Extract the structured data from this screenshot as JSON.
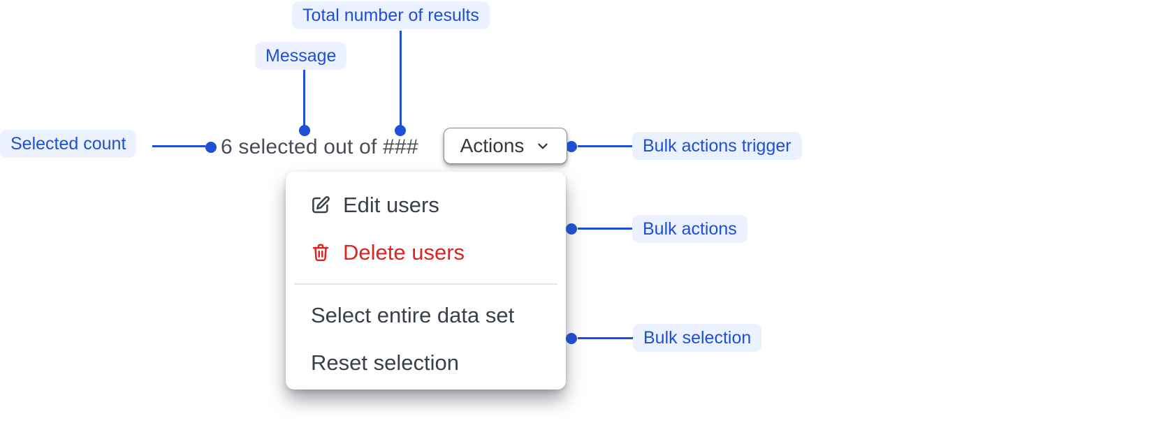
{
  "annotations": {
    "selected_count": "Selected count",
    "message": "Message",
    "total_results": "Total number of results",
    "bulk_actions_trigger": "Bulk actions trigger",
    "bulk_actions": "Bulk actions",
    "bulk_selection": "Bulk selection"
  },
  "selection_bar": {
    "message": "6 selected out of ###",
    "actions_button": {
      "label": "Actions",
      "icon": "chevron-down-icon"
    }
  },
  "menu": {
    "items": [
      {
        "label": "Edit users",
        "icon": "edit-icon",
        "tone": "default"
      },
      {
        "label": "Delete users",
        "icon": "trash-icon",
        "tone": "critical"
      },
      {
        "label": "Select entire data set",
        "icon": null,
        "tone": "default"
      },
      {
        "label": "Reset selection",
        "icon": null,
        "tone": "default"
      }
    ]
  },
  "colors": {
    "accent_blue": "#1d4fd7",
    "callout_bg": "#ebf1fe",
    "callout_text": "#1d4fd7",
    "menu_text": "#3a4047",
    "critical_red": "#de2323",
    "message_text": "#474d54",
    "button_border": "#8a9097",
    "button_bg": "#ffffff",
    "menu_bg": "#ffffff"
  }
}
